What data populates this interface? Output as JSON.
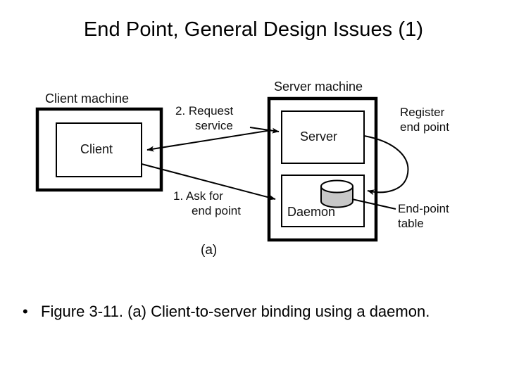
{
  "slide": {
    "title": "End Point, General Design Issues (1)",
    "bullets": [
      {
        "marker": "•",
        "text": "Figure 3-11. (a) Client-to-server binding using a daemon."
      }
    ]
  },
  "figure": {
    "caption": "(a)",
    "client_machine_label": "Client machine",
    "client_label": "Client",
    "server_machine_label": "Server machine",
    "server_label": "Server",
    "daemon_label": "Daemon",
    "step1_line1": "1. Ask for",
    "step1_line2": "end point",
    "step2_line1": "2. Request",
    "step2_line2": "service",
    "register_line1": "Register",
    "register_line2": "end point",
    "endpoint_table_line1": "End-point",
    "endpoint_table_line2": "table",
    "colors": {
      "stroke": "#000000",
      "fill": "#ffffff",
      "cylinder_fill": "#c8c8c8",
      "text": "#000000"
    }
  }
}
